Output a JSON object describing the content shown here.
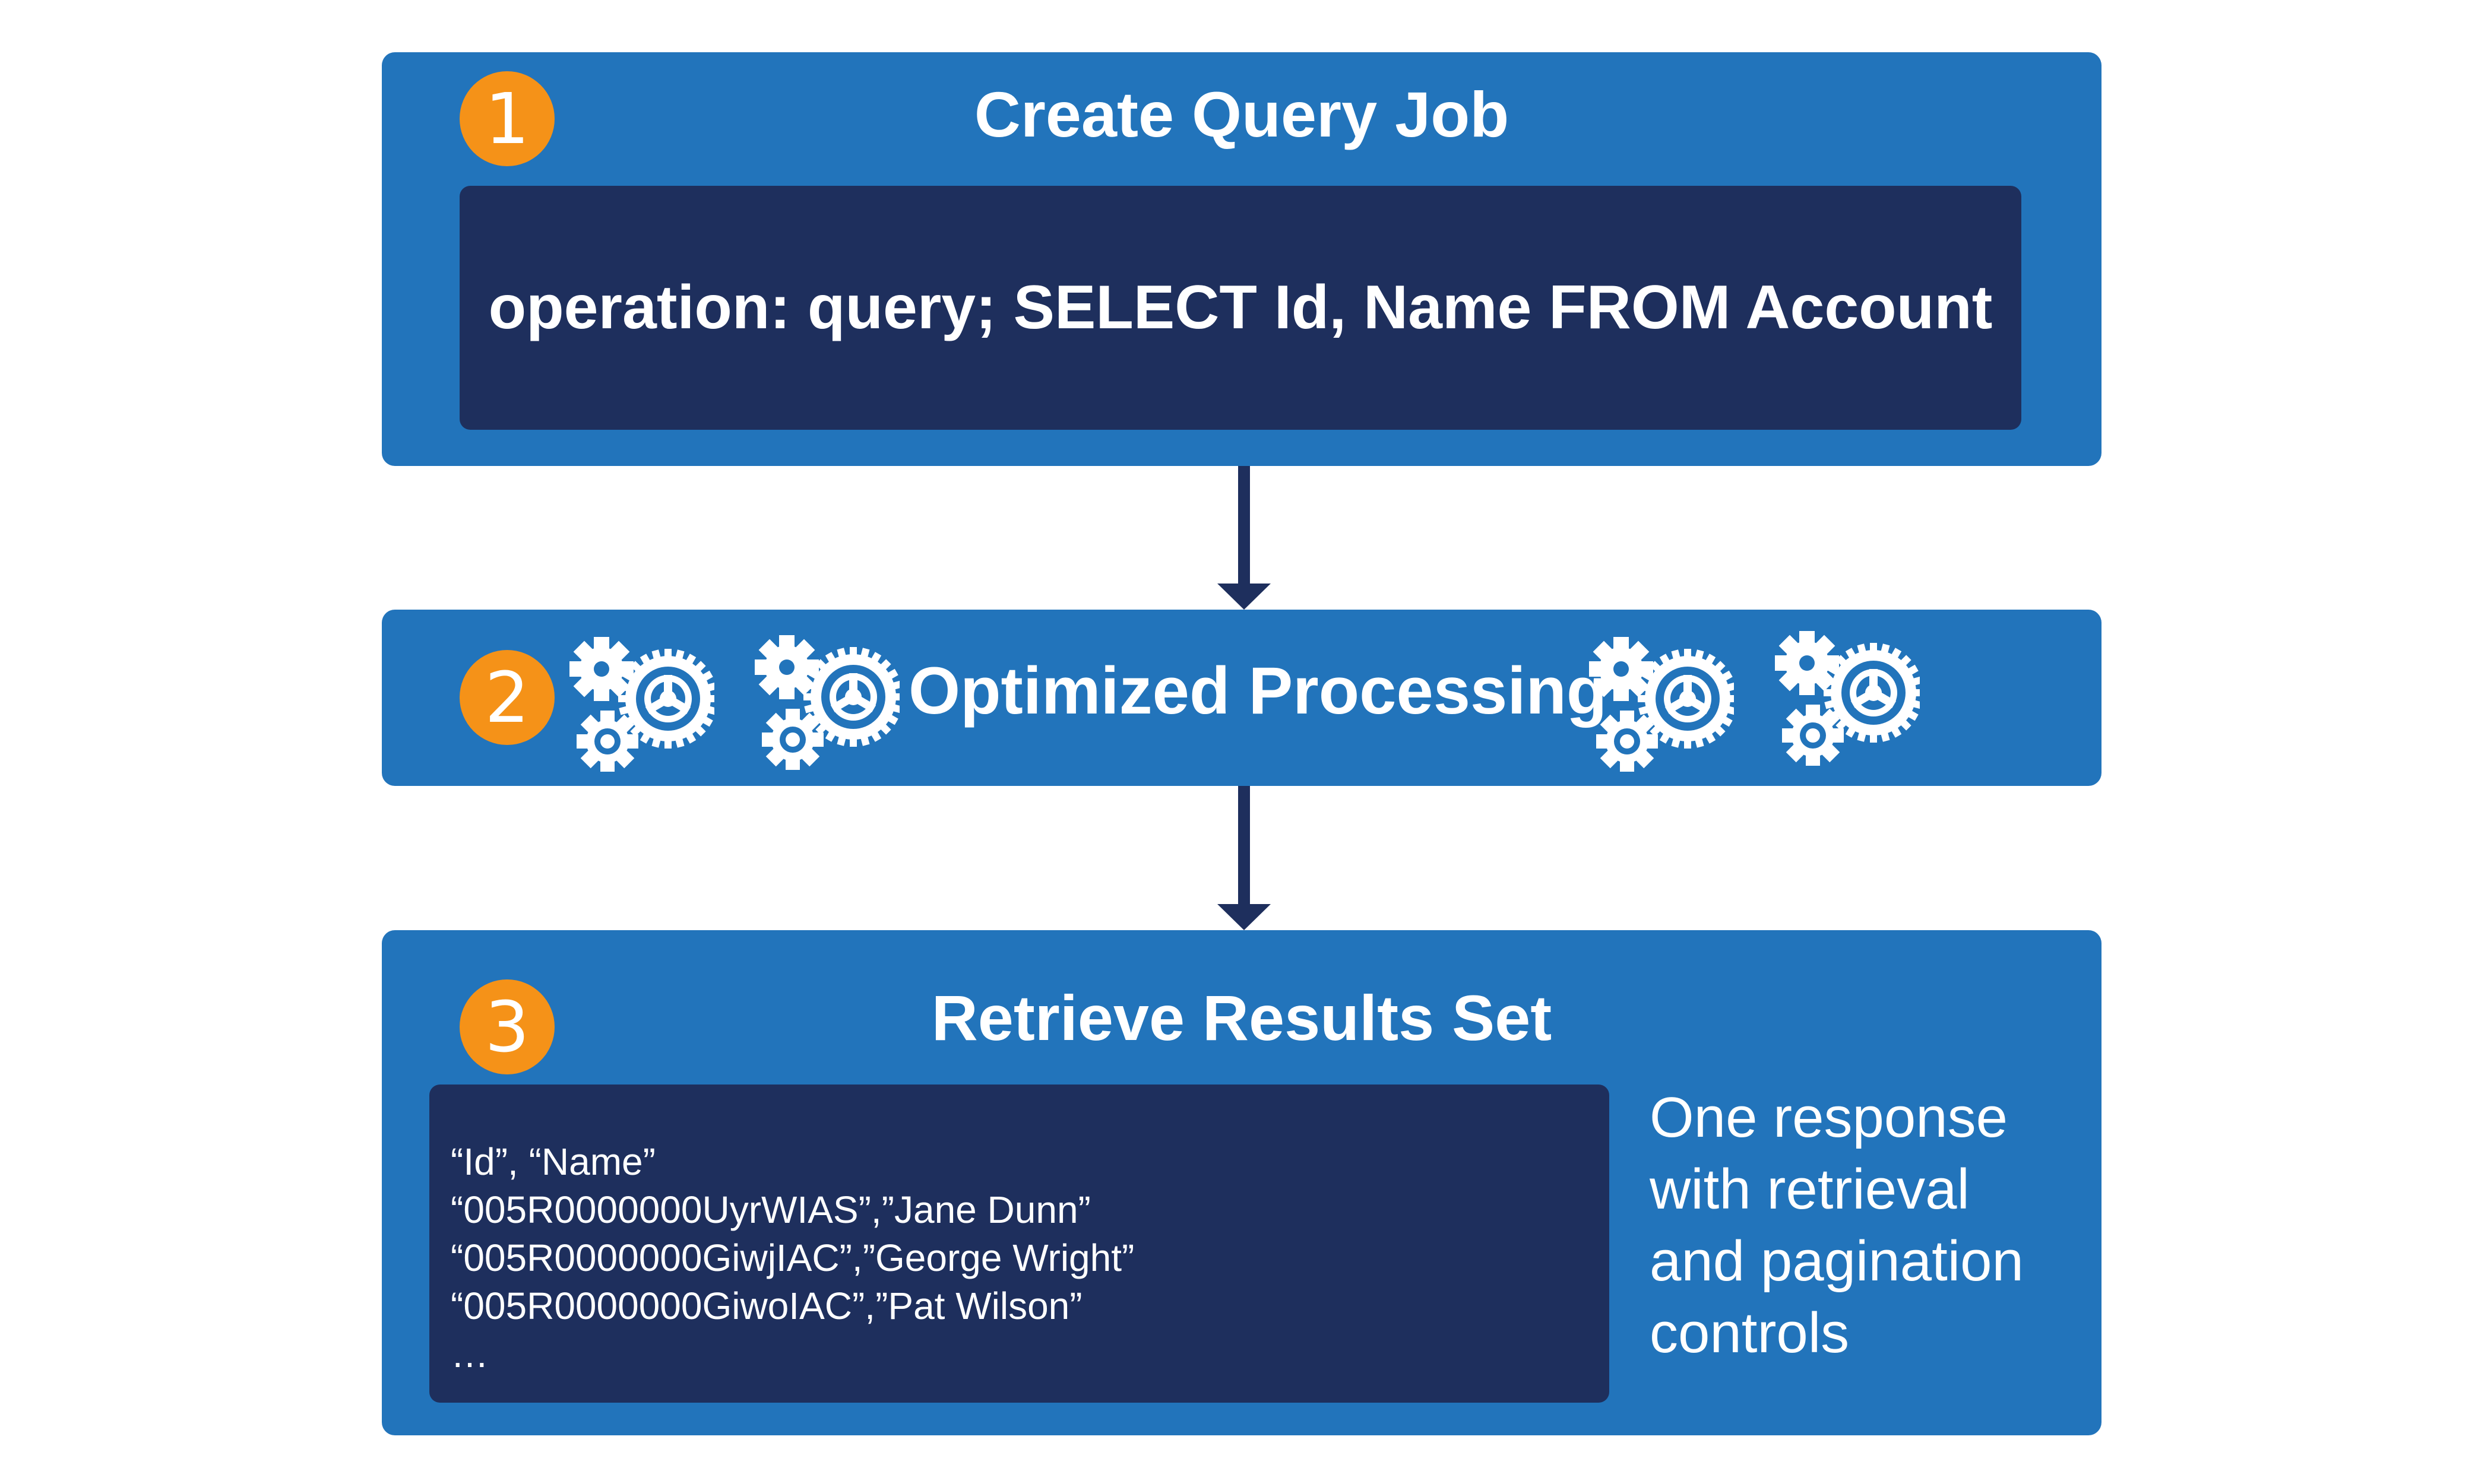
{
  "steps": [
    {
      "number": "1",
      "title": "Create Query Job",
      "code": "operation: query; SELECT Id, Name FROM Account"
    },
    {
      "number": "2",
      "title": "Optimized Processing",
      "icons": [
        "gears-icon",
        "gears-icon",
        "gears-icon",
        "gears-icon"
      ]
    },
    {
      "number": "3",
      "title": "Retrieve Results Set",
      "results": [
        "“Id”, “Name”",
        "“005R0000000UyrWIAS”,”Jane Dunn”",
        "“005R0000000GiwjIAC”,”George Wright”",
        "“005R0000000GiwoIAC”,”Pat Wilson”",
        "…"
      ],
      "note": "One response\nwith retrieval\nand pagination\ncontrols"
    }
  ],
  "colors": {
    "panel": "#2274bb",
    "code_background": "#1e2f5d",
    "badge": "#f59218",
    "arrow": "#1e2f5d",
    "text": "#ffffff"
  }
}
